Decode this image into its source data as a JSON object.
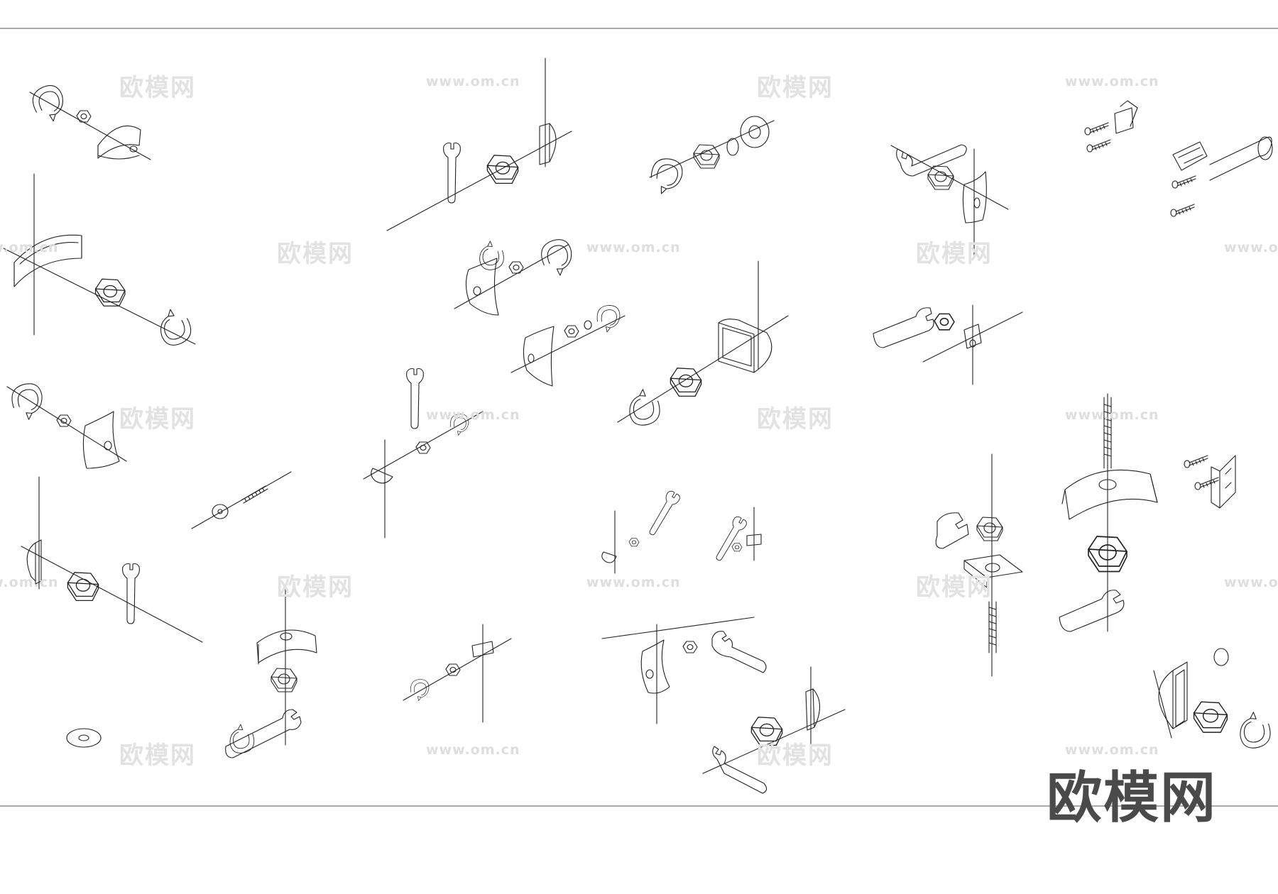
{
  "watermarks": {
    "cn_text": "欧模网",
    "url_text": "www.om.cn"
  },
  "brand_logo": "欧模网",
  "colors": {
    "line": "#222222",
    "border": "#555555",
    "watermark": "#d8d8d8",
    "brand": "#4a4a4a"
  },
  "figures": [
    "nut-and-half-round-bolt-head",
    "half-round-plate-with-nut",
    "curved-plate-with-nut",
    "flat-plate-with-nut-and-wrench",
    "washer-and-threaded-rod",
    "curved-saddle-with-nut-and-wrench",
    "loose-washer",
    "wrench-nut-plate-assembly",
    "curved-plate-nut-rotation",
    "wrench-washer-half-disc",
    "small-plate-nut-washer",
    "nut-washer-rotation",
    "half-round-frame-nut",
    "small-wrench-assemblies",
    "curved-plate-nut-wrench",
    "wrench-nut-tab-assemblies",
    "hinge-screws-and-pipe",
    "threaded-rod-nut-saddle",
    "l-bracket-screws",
    "half-round-frame-washer-nut"
  ]
}
